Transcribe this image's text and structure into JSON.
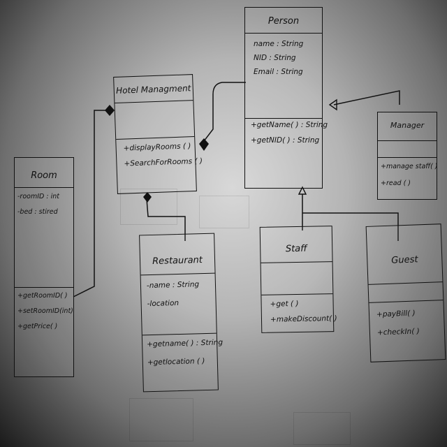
{
  "classes": {
    "person": {
      "name": "Person",
      "attributes": [
        "name : String",
        "NID : String",
        "Email : String"
      ],
      "methods": [
        "+getName( ) : String",
        "+getNID( ) : String"
      ]
    },
    "hotel_management": {
      "name": "Hotel Managment",
      "attributes": [],
      "methods": [
        "+displayRooms ( )",
        "+SearchForRooms ( )"
      ]
    },
    "room": {
      "name": "Room",
      "attributes": [
        "-roomID : int",
        "-bed : stired"
      ],
      "methods": [
        "+getRoomID( )",
        "+setRoomID(int)",
        "+getPrice( )"
      ]
    },
    "manager": {
      "name": "Manager",
      "attributes": [],
      "methods": [
        "+manage staff( )",
        "+read ( )"
      ]
    },
    "restaurant": {
      "name": "Restaurant",
      "attributes": [
        "-name : String",
        "-location"
      ],
      "methods": [
        "+getname( ) : String",
        "+getlocation ( )"
      ]
    },
    "staff": {
      "name": "Staff",
      "attributes": [],
      "methods": [
        "+get ( )",
        "+makeDiscount( )"
      ]
    },
    "guest": {
      "name": "Guest",
      "attributes": [],
      "methods": [
        "+payBill( )",
        "+checkIn( )"
      ]
    }
  },
  "colors": {
    "ink": "#111111",
    "paper": "#c8c8c8"
  }
}
